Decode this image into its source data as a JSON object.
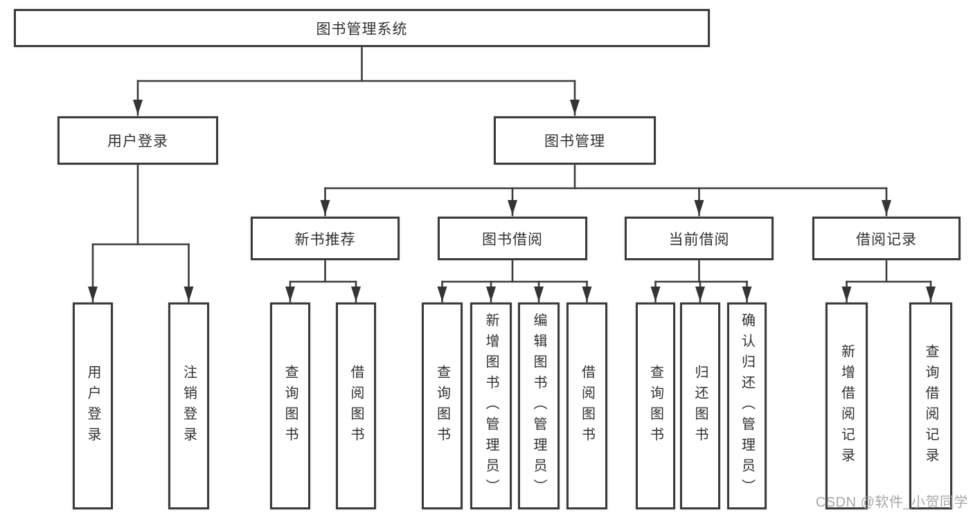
{
  "diagram": {
    "type": "hierarchy-tree",
    "nodes": {
      "root": "图书管理系统",
      "user_login": "用户登录",
      "book_mgmt": "图书管理",
      "new_rec": "新书推荐",
      "borrow": "图书借阅",
      "current": "当前借阅",
      "records": "借阅记录",
      "ul_login": "用户登录",
      "ul_logout": "注销登录",
      "nr_query": "查询图书",
      "nr_borrow": "借阅图书",
      "bb_query": "查询图书",
      "bb_add": "新增图书（管理员）",
      "bb_edit": "编辑图书（管理员）",
      "bb_borrow": "借阅图书",
      "cb_query": "查询图书",
      "cb_return": "归还图书",
      "cb_confirm": "确认归还（管理员）",
      "br_add": "新增借阅记录",
      "br_query": "查询借阅记录"
    },
    "edges": [
      [
        "root",
        "user_login"
      ],
      [
        "root",
        "book_mgmt"
      ],
      [
        "user_login",
        "ul_login"
      ],
      [
        "user_login",
        "ul_logout"
      ],
      [
        "book_mgmt",
        "new_rec"
      ],
      [
        "book_mgmt",
        "borrow"
      ],
      [
        "book_mgmt",
        "current"
      ],
      [
        "book_mgmt",
        "records"
      ],
      [
        "new_rec",
        "nr_query"
      ],
      [
        "new_rec",
        "nr_borrow"
      ],
      [
        "borrow",
        "bb_query"
      ],
      [
        "borrow",
        "bb_add"
      ],
      [
        "borrow",
        "bb_edit"
      ],
      [
        "borrow",
        "bb_borrow"
      ],
      [
        "current",
        "cb_query"
      ],
      [
        "current",
        "cb_return"
      ],
      [
        "current",
        "cb_confirm"
      ],
      [
        "records",
        "br_add"
      ],
      [
        "records",
        "br_query"
      ]
    ],
    "colors": {
      "line": "#3b3b3b",
      "border": "#3b3b3b",
      "text": "#303030",
      "background": "#ffffff",
      "watermark": "#9e9e9e"
    }
  },
  "watermark": {
    "text": "CSDN @软件_小贺同学"
  }
}
